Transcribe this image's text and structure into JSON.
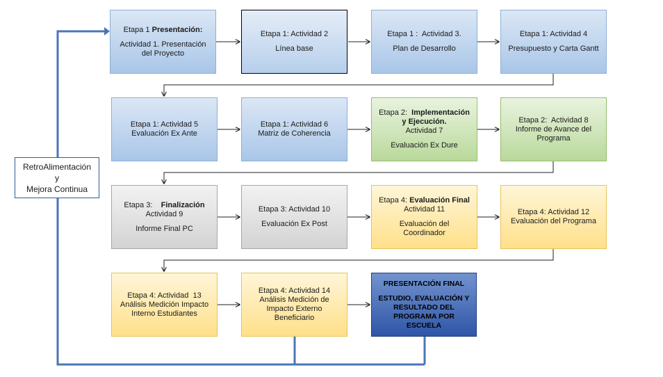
{
  "boxes": [
    {
      "id": "n1",
      "lines": [
        {
          "pre": "Etapa 1 ",
          "bold": "Presentación:"
        },
        {
          "gap": true
        },
        {
          "text": "Actividad 1. Presentación"
        },
        {
          "text": "del Proyecto"
        }
      ]
    },
    {
      "id": "n2",
      "lines": [
        {
          "text": "Etapa 1: Actividad 2"
        },
        {
          "gap": true
        },
        {
          "text": "Línea base"
        }
      ]
    },
    {
      "id": "n3",
      "lines": [
        {
          "text": "Etapa 1 :  Actividad 3."
        },
        {
          "gap": true
        },
        {
          "text": "Plan de Desarrollo"
        }
      ]
    },
    {
      "id": "n4",
      "lines": [
        {
          "text": "Etapa 1: Actividad 4"
        },
        {
          "gap": true
        },
        {
          "text": "Presupuesto y Carta Gantt"
        }
      ]
    },
    {
      "id": "n5",
      "lines": [
        {
          "text": "Etapa 1: Actividad 5"
        },
        {
          "text": "Evaluación Ex Ante"
        }
      ]
    },
    {
      "id": "n6",
      "lines": [
        {
          "text": "Etapa 1: Actividad 6"
        },
        {
          "text": "Matriz de Coherencia"
        }
      ]
    },
    {
      "id": "n7",
      "lines": [
        {
          "pre": "Etapa 2:  ",
          "bold": "Implementación"
        },
        {
          "bold": "y Ejecución."
        },
        {
          "text": "Actividad 7"
        },
        {
          "gap": true
        },
        {
          "text": "Evaluación Ex Dure"
        }
      ]
    },
    {
      "id": "n8",
      "lines": [
        {
          "text": "Etapa 2:  Actividad 8"
        },
        {
          "text": "Informe de Avance del"
        },
        {
          "text": "Programa"
        }
      ]
    },
    {
      "id": "n9",
      "lines": [
        {
          "pre": "Etapa 3:    ",
          "bold": "Finalización"
        },
        {
          "text": "Actividad 9"
        },
        {
          "gap": true
        },
        {
          "text": "Informe Final PC"
        }
      ]
    },
    {
      "id": "n10",
      "lines": [
        {
          "text": "Etapa 3: Actividad 10"
        },
        {
          "gap": true
        },
        {
          "text": "Evaluación Ex Post"
        }
      ]
    },
    {
      "id": "n11",
      "lines": [
        {
          "pre": "Etapa 4: ",
          "bold": "Evaluación Final"
        },
        {
          "text": "Actividad 11"
        },
        {
          "gap": true
        },
        {
          "text": "Evaluación del"
        },
        {
          "text": "Coordinador"
        }
      ]
    },
    {
      "id": "n12",
      "lines": [
        {
          "text": "Etapa 4: Actividad 12"
        },
        {
          "text": "Evaluación del Programa"
        }
      ]
    },
    {
      "id": "n13",
      "lines": [
        {
          "text": "Etapa 4: Actividad  13"
        },
        {
          "text": "Análisis Medición Impacto"
        },
        {
          "text": "Interno Estudiantes"
        }
      ]
    },
    {
      "id": "n14",
      "lines": [
        {
          "text": "Etapa 4: Actividad 14"
        },
        {
          "text": "Análisis Medición de"
        },
        {
          "text": "Impacto Externo"
        },
        {
          "text": "Beneficiario"
        }
      ]
    },
    {
      "id": "n15",
      "lines": [
        {
          "bold": "PRESENTACIÓN FINAL"
        },
        {
          "gap": true
        },
        {
          "bold": "ESTUDIO, EVALUACIÓN Y"
        },
        {
          "bold": "RESULTADO DEL"
        },
        {
          "bold": "PROGRAMA POR"
        },
        {
          "bold": "ESCUELA"
        }
      ]
    }
  ],
  "feedback": {
    "lines": [
      "RetroAlimentación",
      "y",
      "Mejora Continua"
    ]
  },
  "colors": {
    "arrow": "#1f1f1f",
    "feedback_line": "#4a76b8"
  }
}
